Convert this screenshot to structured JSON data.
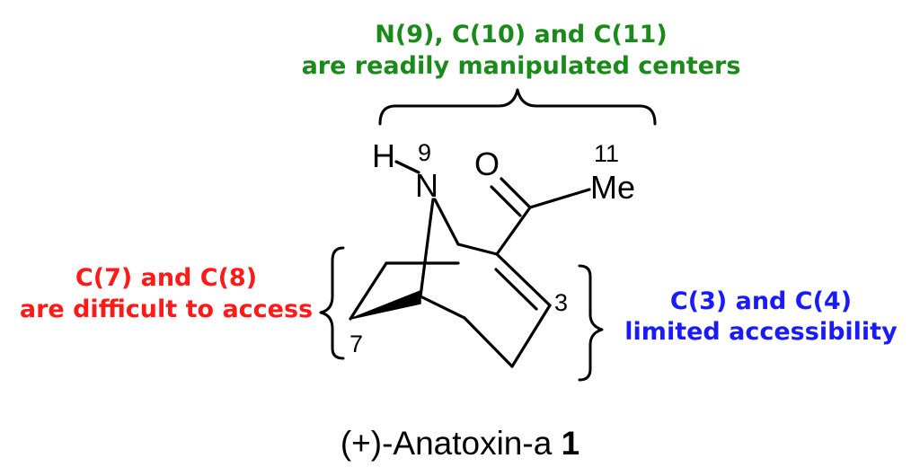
{
  "annotations": {
    "top": {
      "line1": "N(9), C(10) and C(11)",
      "line2": "are readily manipulated centers",
      "color": "#1a8a1a"
    },
    "left": {
      "line1": "C(7) and C(8)",
      "line2": "are difficult to access",
      "color": "#ff1a1a"
    },
    "right": {
      "line1": "C(3) and C(4)",
      "line2": "limited accessibility",
      "color": "#1a1aff"
    }
  },
  "atoms": {
    "hydrogen": "H",
    "nitrogen": "N",
    "oxygen": "O",
    "methyl": "Me"
  },
  "locants": {
    "n9": "9",
    "c11": "11",
    "c3": "3",
    "c7": "7"
  },
  "caption": {
    "name": "(+)-Anatoxin-a",
    "number": "1"
  }
}
